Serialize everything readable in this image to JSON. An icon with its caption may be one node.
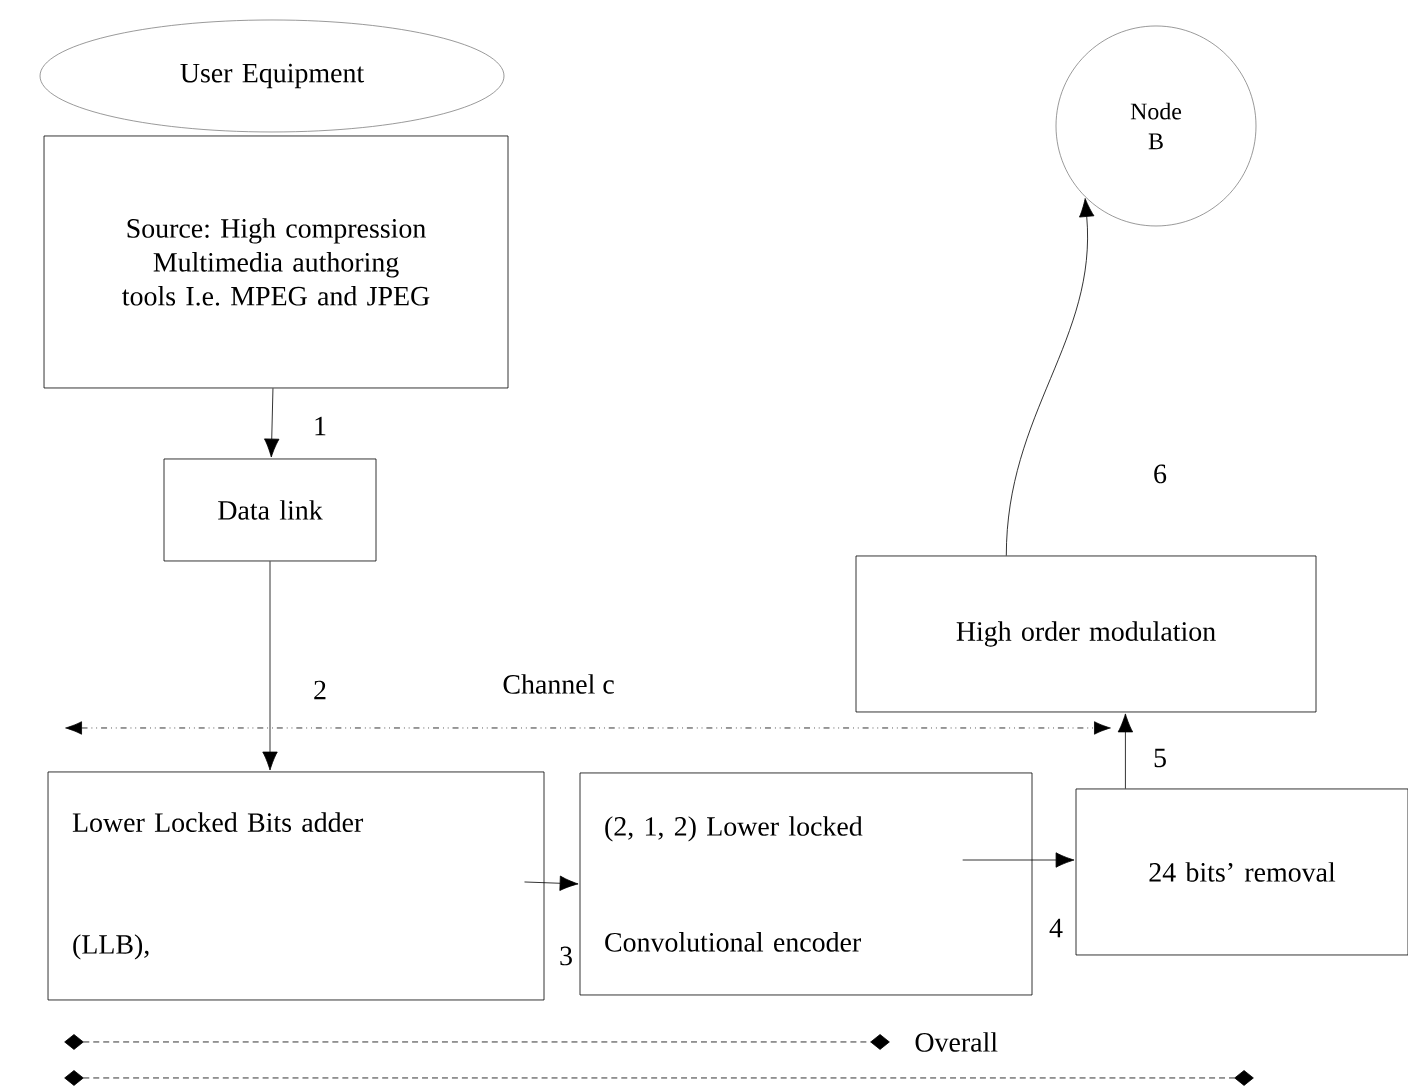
{
  "diagram": {
    "nodes": [
      {
        "text": [
          "User Equipment"
        ]
      },
      {
        "text": [
          "Source: High compression Multimedia authoring tools I.e. MPEG and JPEG"
        ]
      },
      {
        "text": [
          "Data link"
        ]
      },
      {
        "text": [
          "High order modulation"
        ]
      },
      {
        "text": [
          "Node B"
        ]
      },
      {
        "text": [
          "Lower Locked Bits adder",
          "(LLB),"
        ]
      },
      {
        "text": [
          "(2, 1, 2) Lower locked",
          "Convolutional encoder"
        ]
      },
      {
        "text": [
          "24 bits’ removal"
        ]
      }
    ],
    "edges": [
      {
        "from": 1,
        "to": 2,
        "arrow": "to",
        "label": "1"
      },
      {
        "from": 2,
        "to": 5,
        "arrow": "to",
        "label": "2"
      },
      {
        "from": 5,
        "to": 6,
        "arrow": "to",
        "label": "3"
      },
      {
        "from": 6,
        "to": 7,
        "arrow": "to",
        "label": "4"
      },
      {
        "from": 7,
        "to": 3,
        "arrow": "to",
        "label": "5"
      },
      {
        "from": 3,
        "to": 4,
        "arrow": "to",
        "label": "6"
      }
    ],
    "labels": [
      "Channel c",
      "Overall"
    ]
  }
}
